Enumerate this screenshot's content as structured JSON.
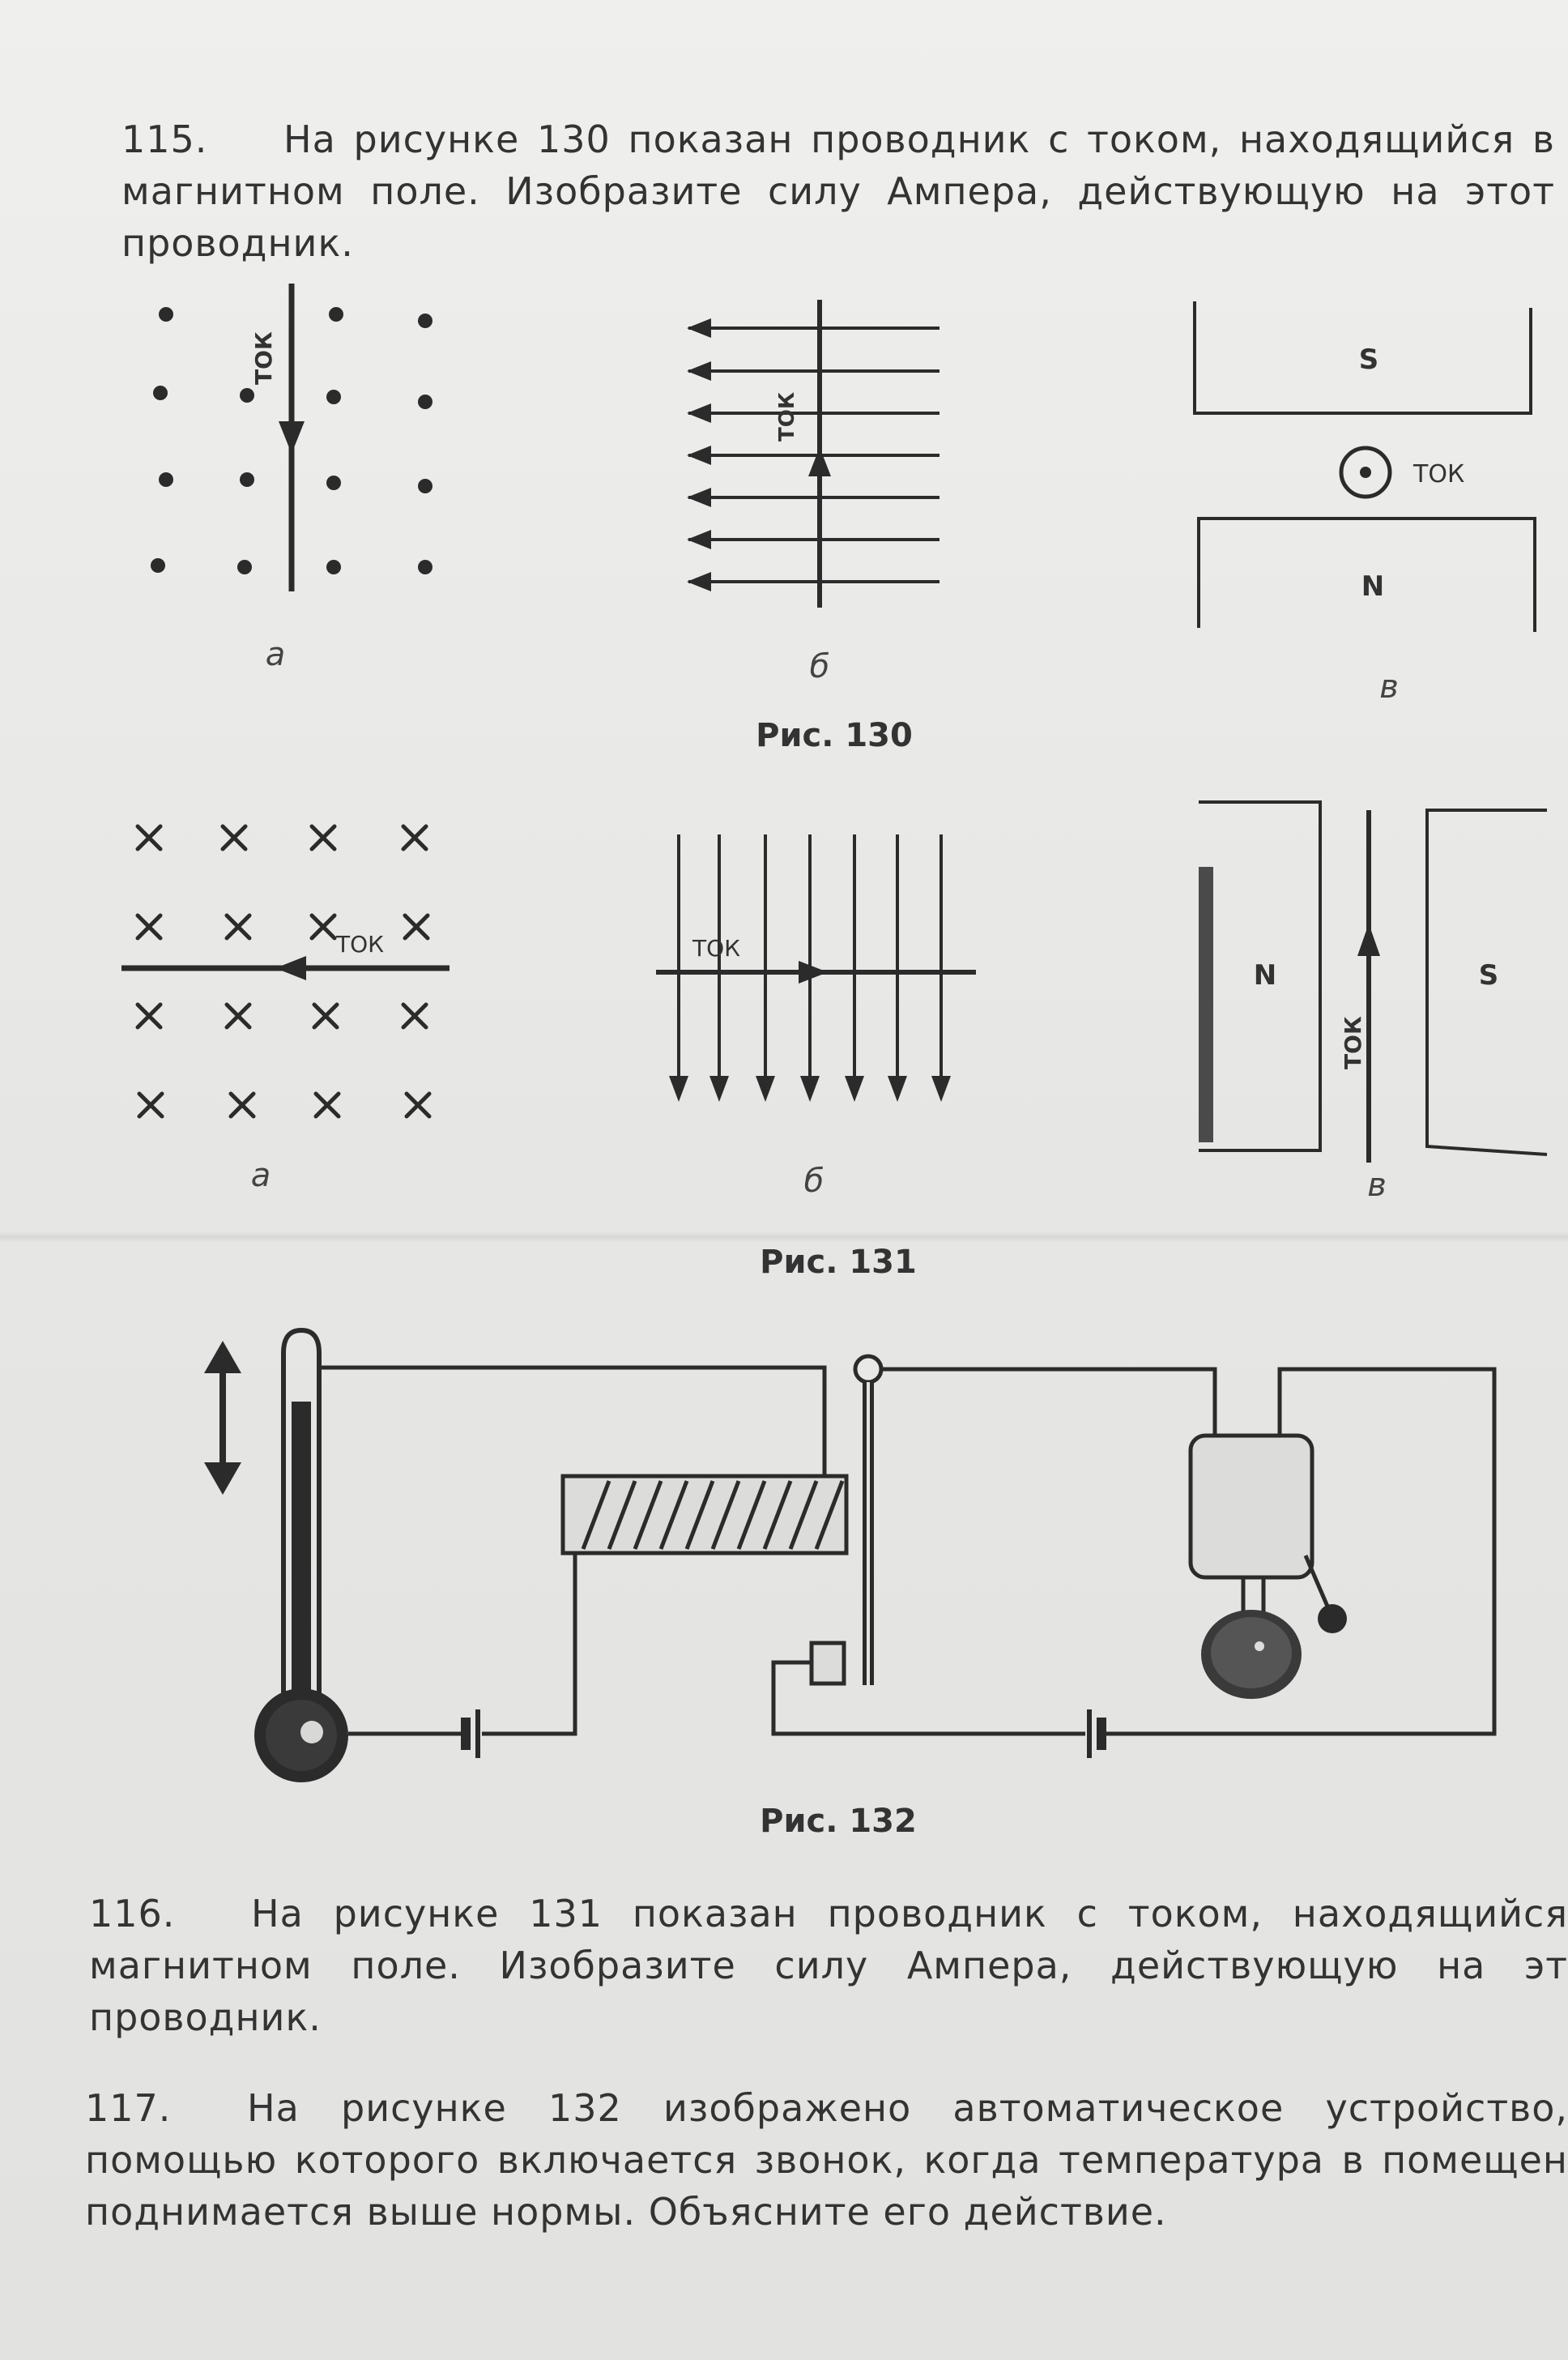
{
  "problems": [
    {
      "number": "115.",
      "text": "На рисунке 130 показан проводник с током, находящийся в магнитном поле. Изобразите силу Ампера, действующую на этот проводник."
    },
    {
      "number": "116.",
      "text": "На рисунке 131 показан проводник с током, находящийся магнитном поле. Изобразите силу Ампера, действующую на эт проводник."
    },
    {
      "number": "117.",
      "text": "На рисунке 132 изображено автоматическое устройство, помощью которого включается звонок, когда температура в помещен поднимается выше нормы. Объясните его действие."
    }
  ],
  "figures": {
    "fig130": {
      "caption": "Рис. 130",
      "labels": {
        "a": "а",
        "b": "б",
        "v": "в"
      },
      "current_label": "ТОК",
      "magnet_top": "S",
      "magnet_bottom": "N"
    },
    "fig131": {
      "caption": "Рис. 131",
      "labels": {
        "a": "а",
        "b": "б",
        "v": "в"
      },
      "current_label": "ТОК",
      "magnet_left": "N",
      "magnet_right": "S"
    },
    "fig132": {
      "caption": "Рис. 132"
    }
  },
  "colors": {
    "ink": "#2b2b2b",
    "paper": "#ececea"
  }
}
